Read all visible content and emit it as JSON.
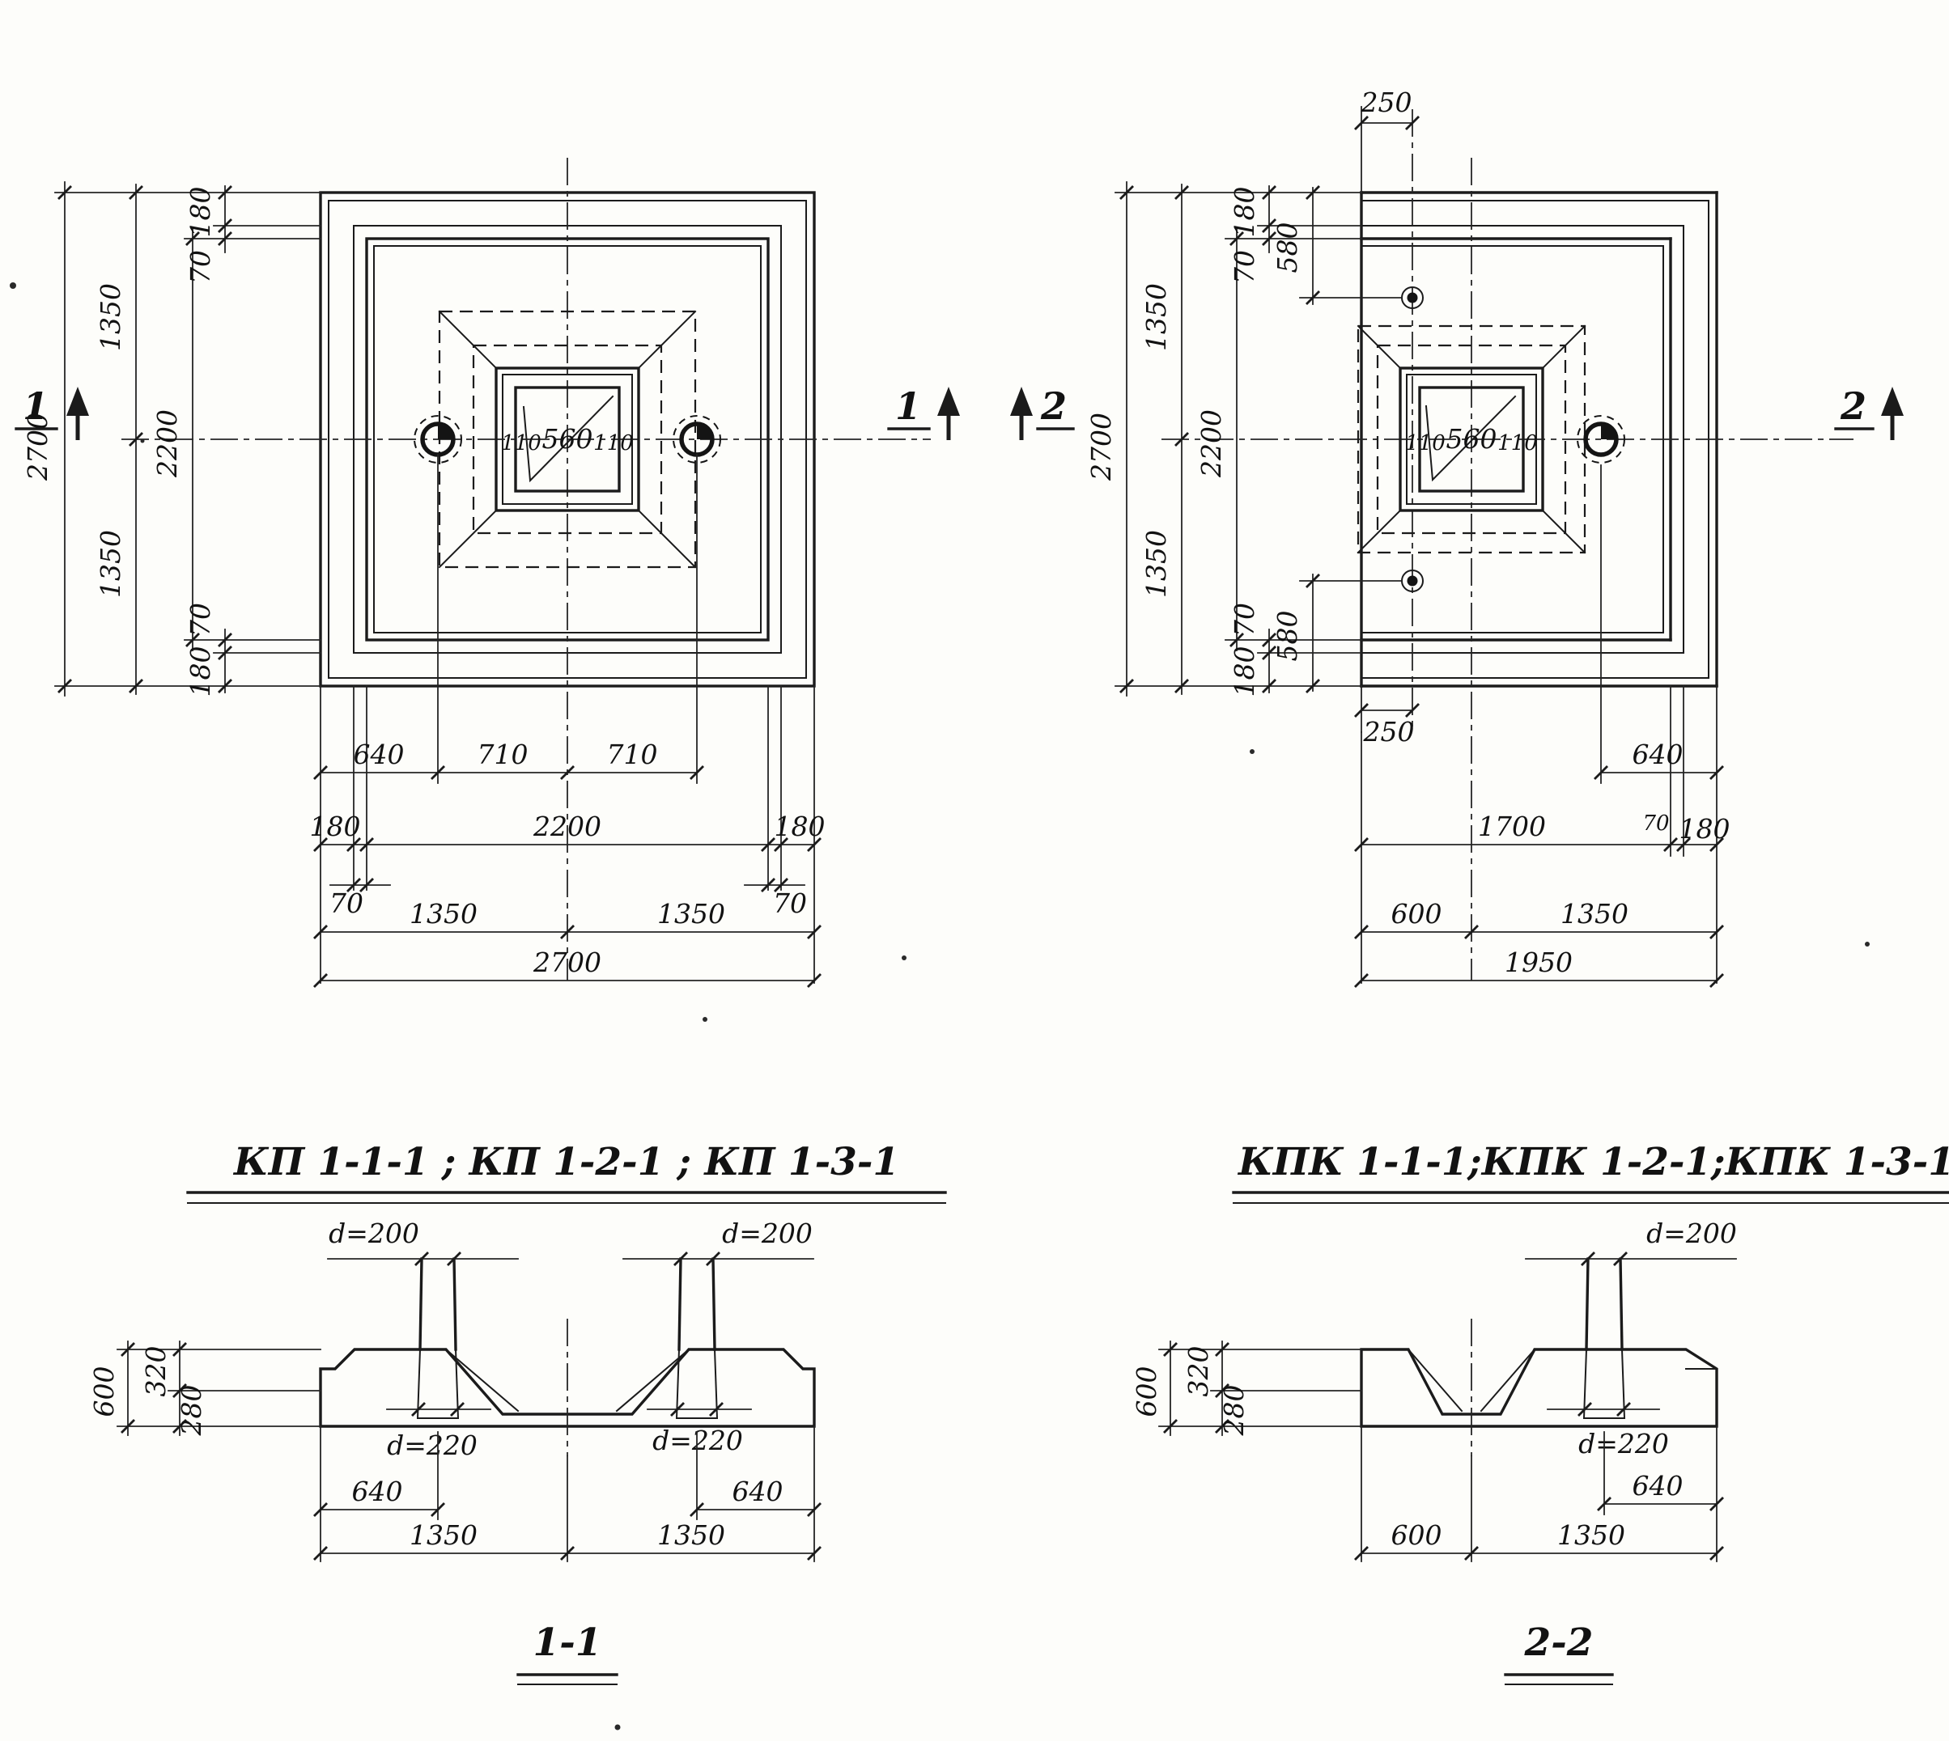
{
  "plan_left": {
    "title": "КП 1-1-1 ; КП 1-2-1 ; КП 1-3-1",
    "marker_left": "1",
    "marker_right": "1",
    "dims": {
      "v2700": "2700",
      "v1350a": "1350",
      "v1350b": "1350",
      "v2200": "2200",
      "v180a": "180",
      "v70a": "70",
      "v70b": "70",
      "v180b": "180",
      "c110a": "110",
      "c560": "560",
      "c110b": "110",
      "b640": "640",
      "b710a": "710",
      "b710b": "710",
      "b180a": "180",
      "b2200": "2200",
      "b180b": "180",
      "b70a": "70",
      "b70b": "70",
      "b1350a": "1350",
      "b1350b": "1350",
      "b2700": "2700"
    }
  },
  "plan_right": {
    "title": "КПК 1-1-1;КПК 1-2-1;КПК 1-3-1",
    "marker_left": "2",
    "marker_right": "2",
    "dims": {
      "t250": "250",
      "v2700": "2700",
      "v1350a": "1350",
      "v1350b": "1350",
      "v2200": "2200",
      "v180a": "180",
      "v70a": "70",
      "v580a": "580",
      "v70b": "70",
      "v580b": "580",
      "v180b": "180",
      "b250": "250",
      "c110a": "110",
      "c560": "560",
      "c110b": "110",
      "b640": "640",
      "b1700": "1700",
      "b70": "70",
      "b180": "180",
      "b600": "600",
      "b1350": "1350",
      "b1950": "1950"
    }
  },
  "section_1": {
    "title": "1-1",
    "d200a": "d=200",
    "d200b": "d=200",
    "d220a": "d=220",
    "d220b": "d=220",
    "v600": "600",
    "v320": "320",
    "v280": "280",
    "b640a": "640",
    "b640b": "640",
    "b1350a": "1350",
    "b1350b": "1350"
  },
  "section_2": {
    "title": "2-2",
    "d200": "d=200",
    "d220": "d=220",
    "v600": "600",
    "v320": "320",
    "v280": "280",
    "b640": "640",
    "b600": "600",
    "b1350": "1350"
  }
}
